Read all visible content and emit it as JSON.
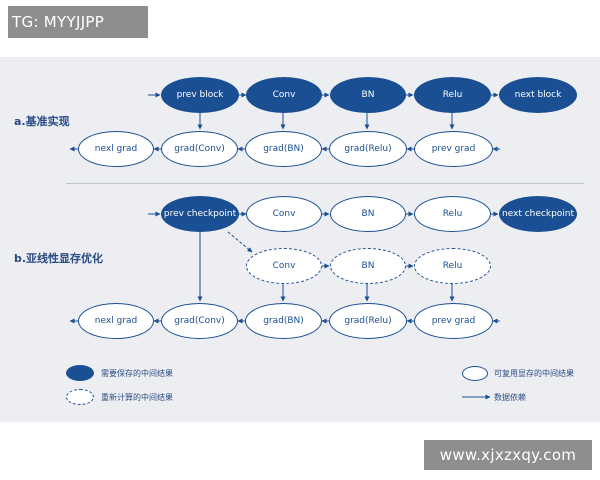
{
  "watermarks": {
    "top": "TG: MYYJJPP",
    "bottom": "www.xjxzxqy.com"
  },
  "section_a": {
    "label": "a.基准实现",
    "forward": [
      "prev block",
      "Conv",
      "BN",
      "Relu",
      "next block"
    ],
    "backward": [
      "nexl grad",
      "grad(Conv)",
      "grad(BN)",
      "grad(Relu)",
      "prev grad"
    ]
  },
  "section_b": {
    "label": "b.亚线性显存优化",
    "forward_first": "prev checkpoint",
    "forward": [
      "Conv",
      "BN",
      "Relu"
    ],
    "forward_last": "next checkpoint",
    "recompute": [
      "Conv",
      "BN",
      "Relu"
    ],
    "backward": [
      "nexl grad",
      "grad(Conv)",
      "grad(BN)",
      "grad(Relu)",
      "prev grad"
    ]
  },
  "legend": {
    "kept": "需要保存的中间结果",
    "recomputed": "重新计算的中间结果",
    "reusable": "可复用显存的中间结果",
    "dependency": "数据依赖"
  },
  "colors": {
    "node_fill": "#1a4f93",
    "edge": "#1a4f93",
    "panel": "#eceef1",
    "label": "#2c4a86"
  }
}
